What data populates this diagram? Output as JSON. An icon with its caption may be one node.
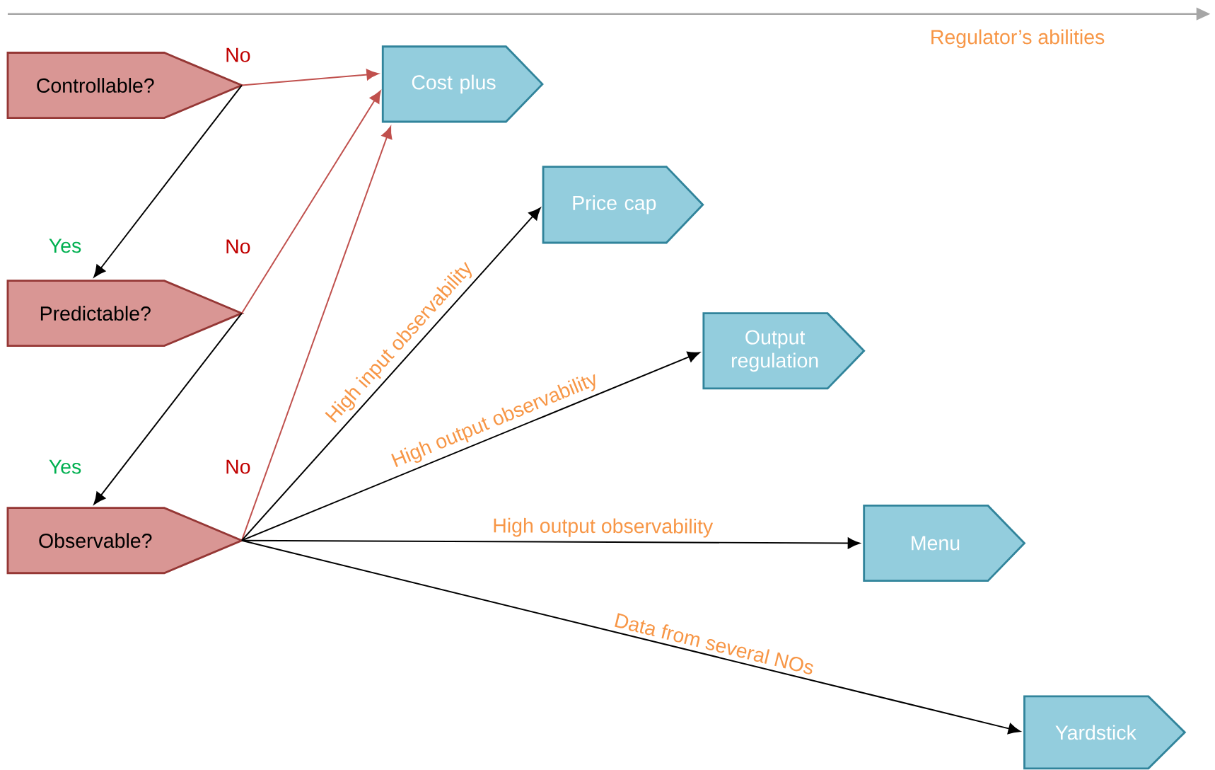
{
  "diagram": {
    "nodes": [
      {
        "text": [
          "Controllable?"
        ]
      },
      {
        "text": [
          "Predictable?"
        ]
      },
      {
        "text": [
          "Observable?"
        ]
      },
      {
        "text": [
          "Cost plus"
        ]
      },
      {
        "text": [
          "Price cap"
        ]
      },
      {
        "text": [
          "Output regulation"
        ]
      },
      {
        "text": [
          "Menu"
        ]
      },
      {
        "text": [
          "Yardstick"
        ]
      }
    ],
    "edges": [
      {
        "from": 0,
        "to": 3,
        "arrow": "to",
        "label": "No",
        "color": "#c0504d"
      },
      {
        "from": 0,
        "to": 1,
        "arrow": "to",
        "label": "Yes"
      },
      {
        "from": 1,
        "to": 3,
        "arrow": "to",
        "label": "No",
        "color": "#c0504d"
      },
      {
        "from": 1,
        "to": 2,
        "arrow": "to",
        "label": "Yes"
      },
      {
        "from": 2,
        "to": 3,
        "arrow": "to",
        "label": "No",
        "color": "#c0504d"
      },
      {
        "from": 2,
        "to": 4,
        "arrow": "to",
        "label": "High input observability"
      },
      {
        "from": 2,
        "to": 5,
        "arrow": "to",
        "label": "High output observability"
      },
      {
        "from": 2,
        "to": 6,
        "arrow": "to",
        "label": "High output observability"
      },
      {
        "from": 2,
        "to": 7,
        "arrow": "to",
        "label": "Data from several NOs"
      }
    ],
    "labels": [
      "Regulator’s abilities"
    ]
  }
}
